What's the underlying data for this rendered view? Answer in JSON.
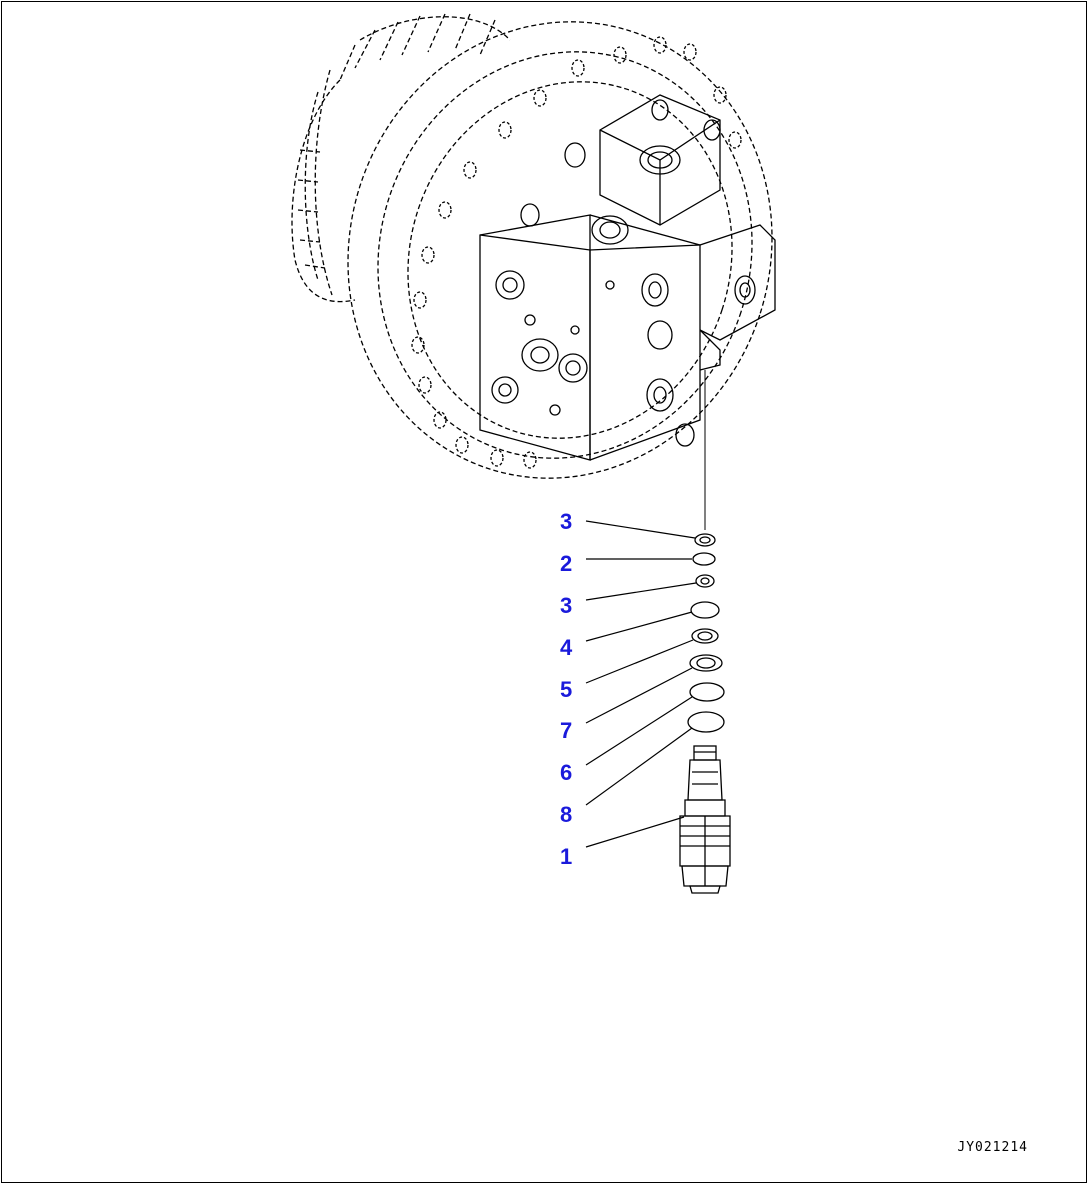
{
  "diagram": {
    "figure_code": "JY021214",
    "accent_color": "#1a1adb",
    "callouts": [
      {
        "label": "3"
      },
      {
        "label": "2"
      },
      {
        "label": "3"
      },
      {
        "label": "4"
      },
      {
        "label": "5"
      },
      {
        "label": "7"
      },
      {
        "label": "6"
      },
      {
        "label": "8"
      },
      {
        "label": "1"
      }
    ]
  }
}
